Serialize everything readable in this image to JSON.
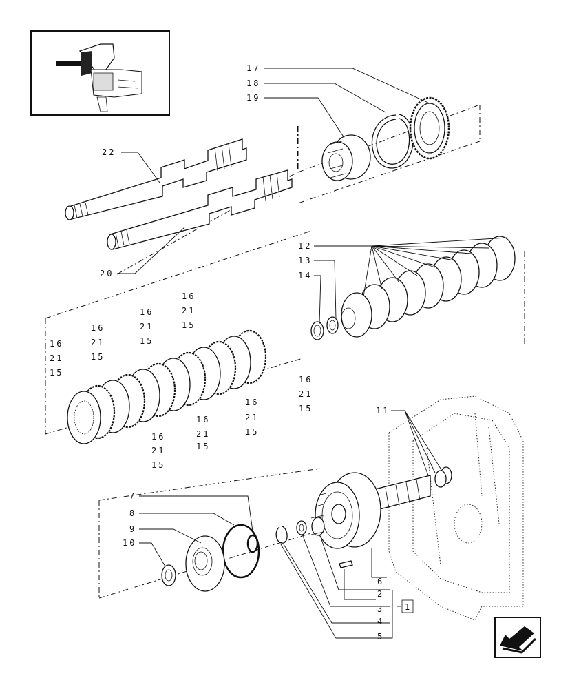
{
  "callouts": {
    "c1": "1",
    "c2": "2",
    "c3": "3",
    "c4": "4",
    "c5": "5",
    "c6": "6",
    "c7": "7",
    "c8": "8",
    "c9": "9",
    "c10": "10",
    "c11": "11",
    "c12": "12",
    "c13": "13",
    "c14": "14",
    "c17": "17",
    "c18": "18",
    "c19": "19",
    "c20": "20",
    "c22": "22",
    "left_stack": [
      "16",
      "21",
      "15",
      "16",
      "21",
      "15",
      "16",
      "21",
      "15",
      "16",
      "21",
      "15"
    ],
    "right_stack": [
      "16",
      "21",
      "15",
      "16",
      "21",
      "15",
      "16",
      "21",
      "15",
      "16",
      "21",
      "15"
    ]
  },
  "icons": {
    "locator": "tractor-locator-icon",
    "nav": "previous-page-arrow-icon"
  }
}
